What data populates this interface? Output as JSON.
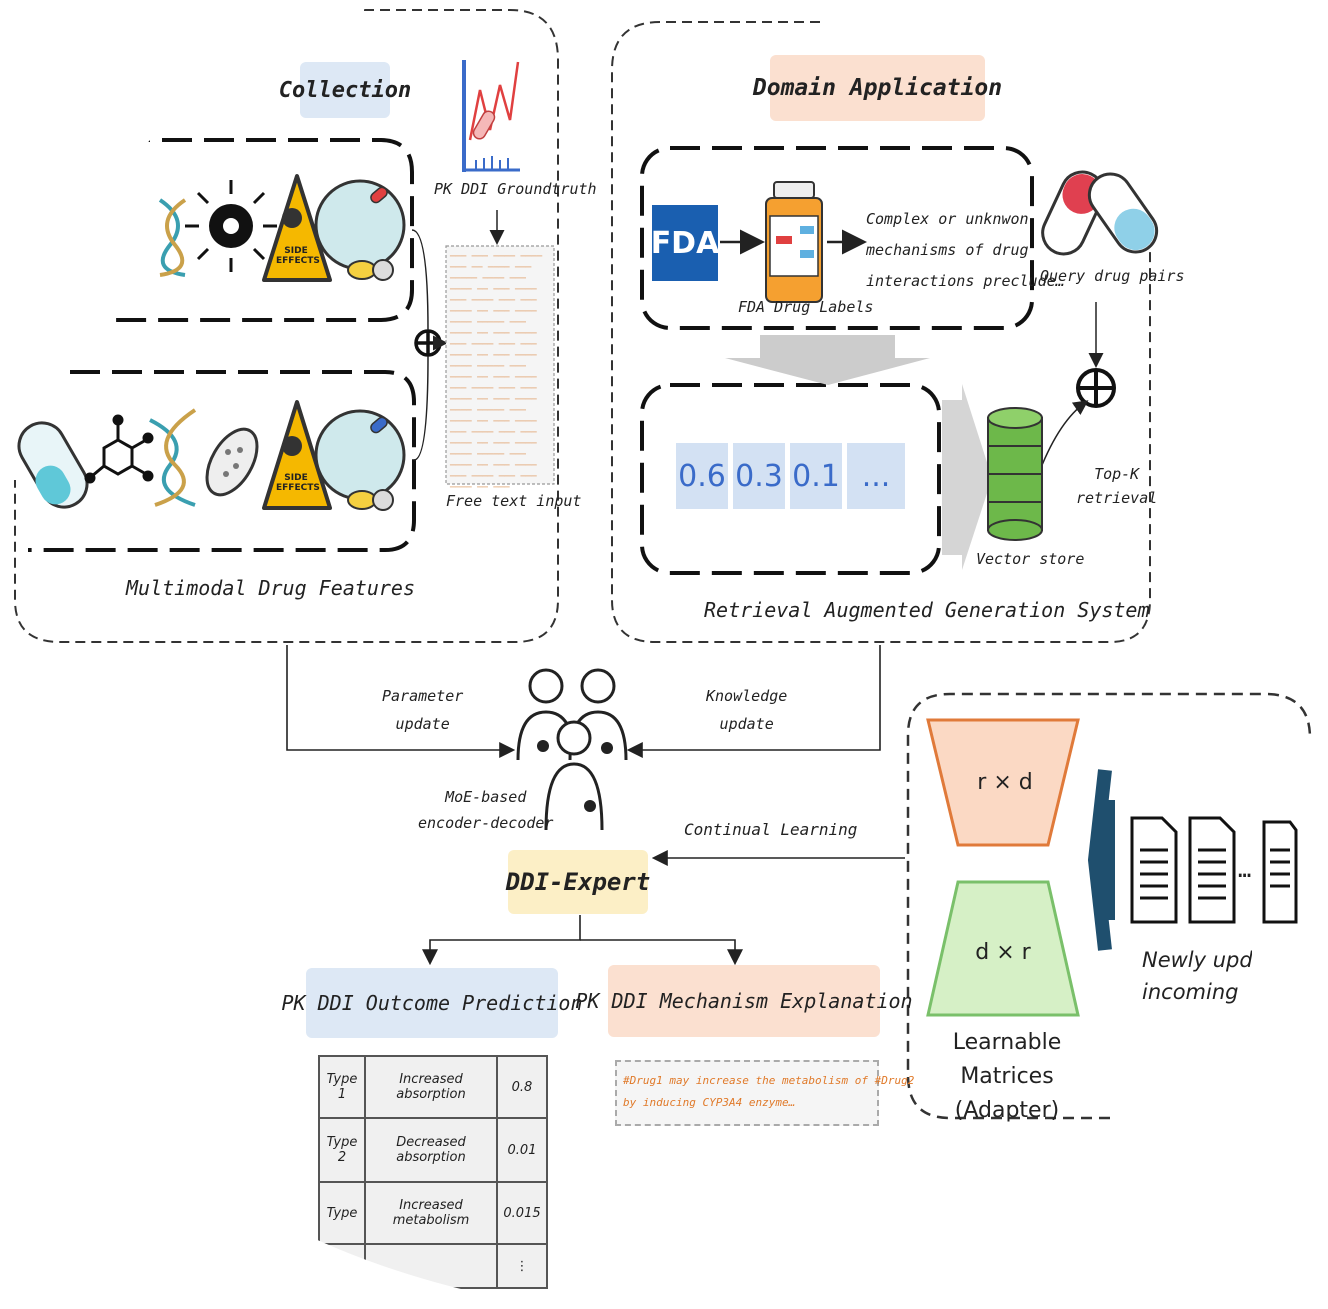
{
  "left_panel": {
    "header": "Collection",
    "groundtruth_label": "PK DDI Groundtruth",
    "free_text_label": "Free text input",
    "side_effects_icon_text": "SIDE EFFECTS",
    "features_label": "Multimodal Drug Features"
  },
  "right_panel": {
    "header": "Domain Application",
    "fda_logo": "FDA",
    "fda_labels": "FDA Drug Labels",
    "complex_text_lines": [
      "Complex or unknwon",
      "mechanisms of drug",
      "interactions preclude…"
    ],
    "query_pairs": "Query drug pairs",
    "vector_values": [
      "0.6",
      "0.3",
      "0.1",
      "..."
    ],
    "vector_store": "Vector store",
    "topk_lines": [
      "Top-K",
      "retrieval"
    ],
    "rag_label": "Retrieval Augmented Generation System"
  },
  "center": {
    "param_update_lines": [
      "Parameter",
      "update"
    ],
    "knowledge_update_lines": [
      "Knowledge",
      "update"
    ],
    "moe_lines": [
      "MoE-based",
      "encoder-decoder"
    ],
    "continual": "Continual Learning",
    "expert": "DDI-Expert"
  },
  "adapter": {
    "top_matrix": "r × d",
    "bottom_matrix": "d × r",
    "learnable_lines": [
      "Learnable Matrices",
      "(Adapter)"
    ],
    "newly_lines": [
      "Newly updat",
      "incoming"
    ],
    "ellipsis": "…"
  },
  "outcome": {
    "header": "PK DDI Outcome Prediction",
    "rows": [
      {
        "type": "Type 1",
        "name": "Increased absorption",
        "value": "0.8"
      },
      {
        "type": "Type 2",
        "name": "Decreased absorption",
        "value": "0.01"
      },
      {
        "type": "Type",
        "name": "Increased metabolism",
        "value": "0.015"
      },
      {
        "type": "",
        "name": "",
        "value": "⋮"
      }
    ]
  },
  "mechanism": {
    "header": "PK DDI Mechanism Explanation",
    "lines": [
      "#Drug1 may increase the metabolism of #Drug2",
      "by inducing CYP3A4 enzyme…"
    ]
  },
  "colors": {
    "blue_tag": "#dde8f5",
    "peach_tag": "#fbe0d0",
    "yellow_tag": "#fcefc6",
    "warning_yellow": "#f5b800",
    "orange_text": "#e07a2a"
  }
}
